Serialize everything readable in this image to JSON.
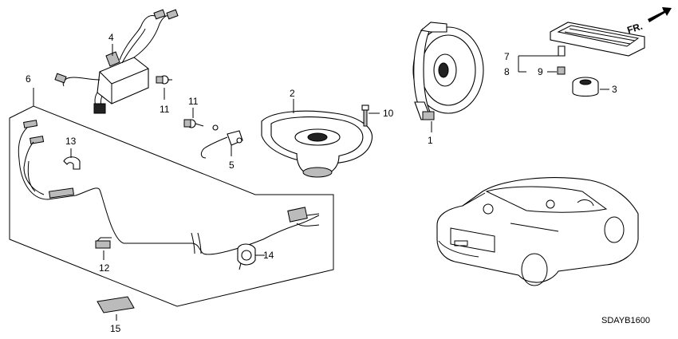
{
  "diagram": {
    "code": "SDAYB1600",
    "direction": "FR.",
    "callouts": [
      "1",
      "2",
      "3",
      "4",
      "5",
      "6",
      "7",
      "8",
      "9",
      "10",
      "11",
      "11",
      "12",
      "13",
      "14",
      "15"
    ]
  }
}
